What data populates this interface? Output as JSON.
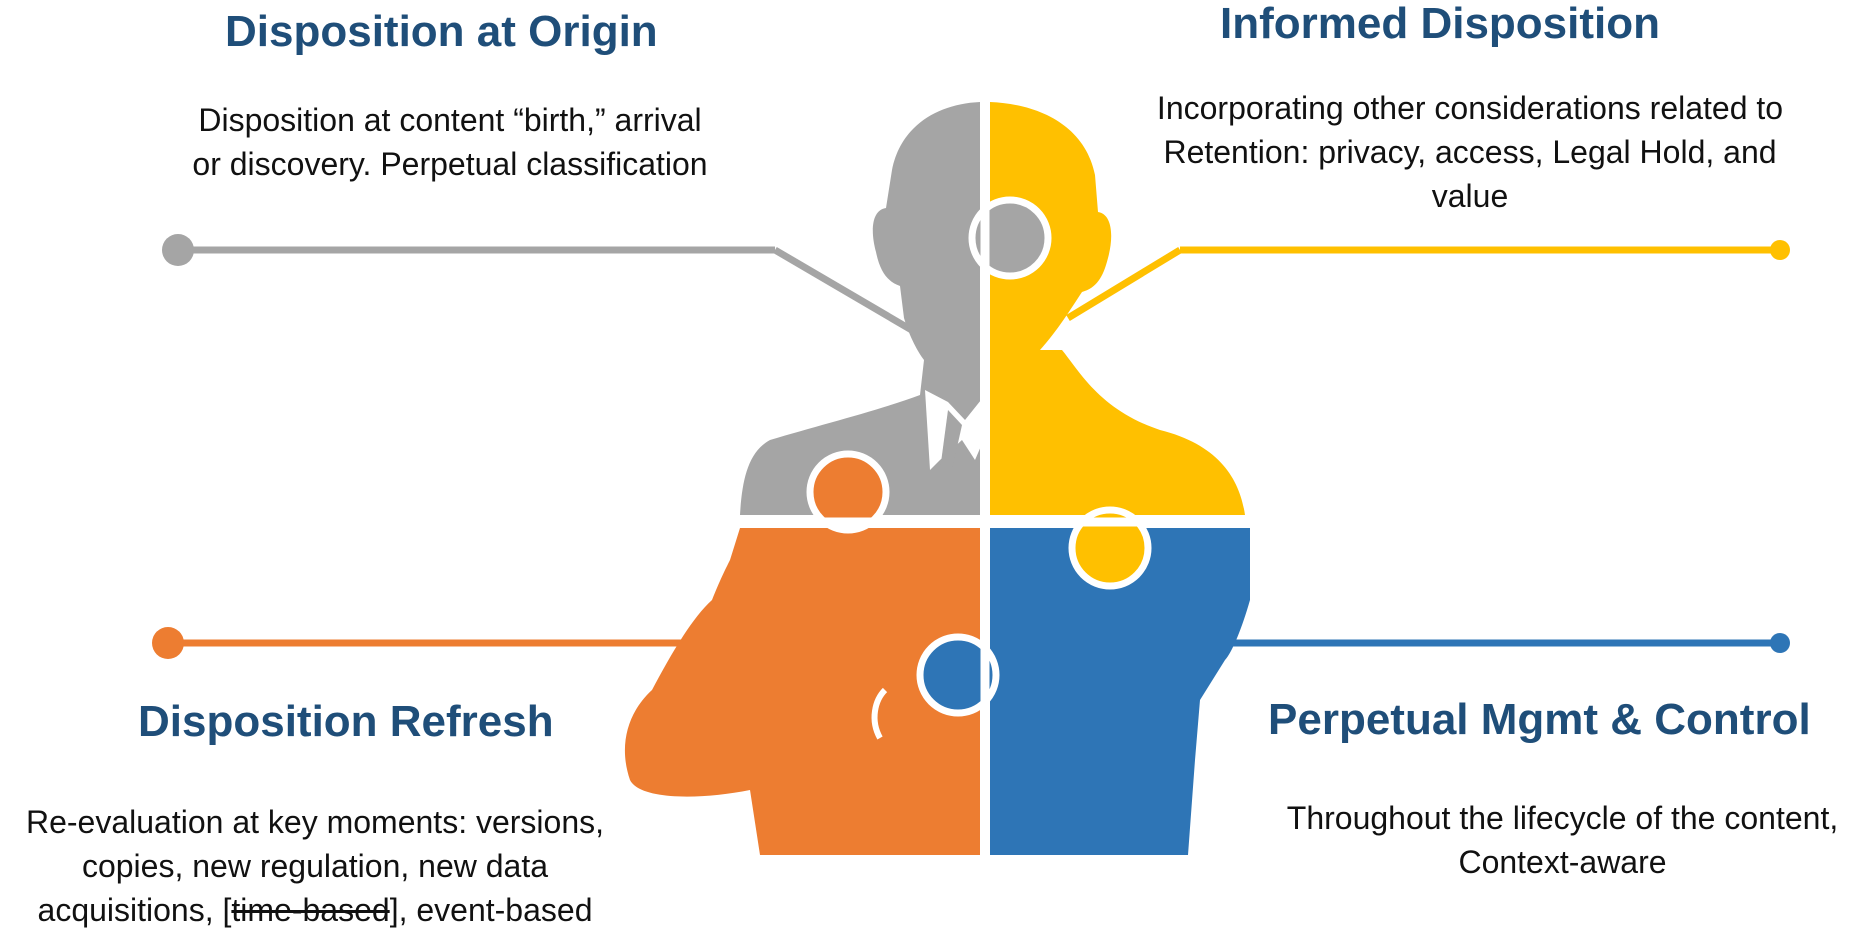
{
  "colors": {
    "title": "#1f4e79",
    "grey": "#a5a5a5",
    "yellow": "#ffc000",
    "orange": "#ed7d31",
    "blue": "#2e75b6"
  },
  "quadrants": {
    "top_left": {
      "title": "Disposition at Origin",
      "lines": [
        "Disposition at content “birth,” arrival",
        "or discovery.  Perpetual classification"
      ]
    },
    "top_right": {
      "title": "Informed Disposition",
      "lines": [
        "Incorporating other considerations related to",
        "Retention:  privacy, access, Legal Hold, and",
        "value"
      ]
    },
    "bottom_left": {
      "title": "Disposition Refresh",
      "lines": [
        "Re-evaluation at key moments:  versions,",
        "copies, new regulation, new data"
      ],
      "line3_prefix": "acquisitions, [",
      "line3_struck": "time-based",
      "line3_suffix": "], event-based"
    },
    "bottom_right": {
      "title": "Perpetual Mgmt & Control",
      "lines": [
        "Throughout the lifecycle of the content,",
        "Context-aware"
      ]
    }
  }
}
